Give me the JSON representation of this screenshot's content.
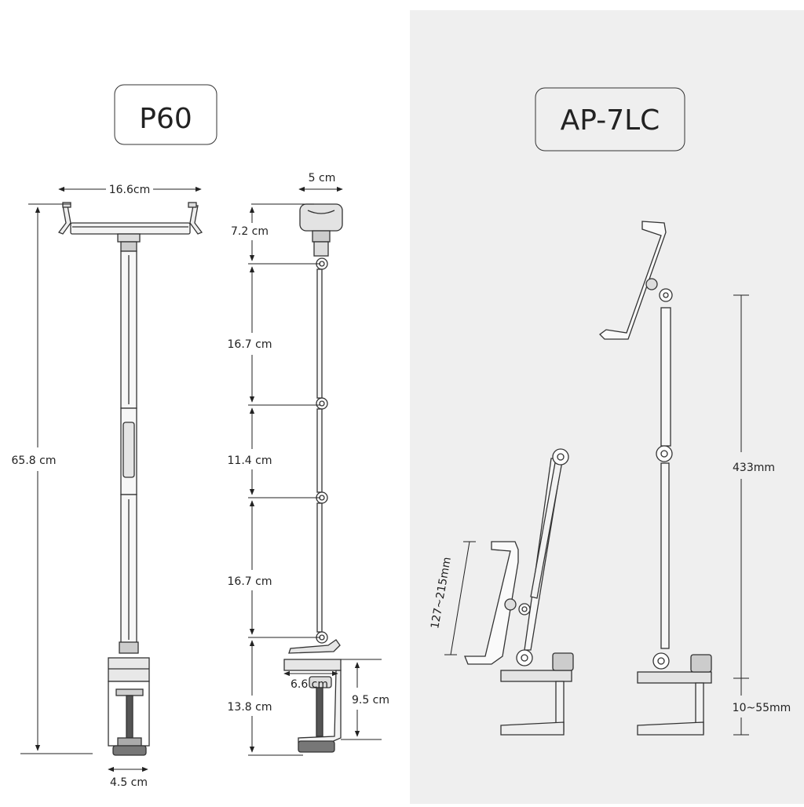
{
  "left_panel": {
    "title": "P60",
    "dims": {
      "width_top": "16.6cm",
      "depth_top": "5 cm",
      "total_height": "65.8 cm",
      "seg1": "7.2 cm",
      "seg2": "16.7 cm",
      "seg3": "11.4  cm",
      "seg4": "16.7 cm",
      "seg5": "13.8 cm",
      "clamp_open": "6.6 cm",
      "clamp_height": "9.5 cm",
      "base_width": "4.5 cm"
    }
  },
  "right_panel": {
    "title": "AP-7LC",
    "background": "#efefef",
    "dims": {
      "tablet_range": "127~215mm",
      "pole_height": "433mm",
      "clamp_range": "10~55mm"
    }
  }
}
